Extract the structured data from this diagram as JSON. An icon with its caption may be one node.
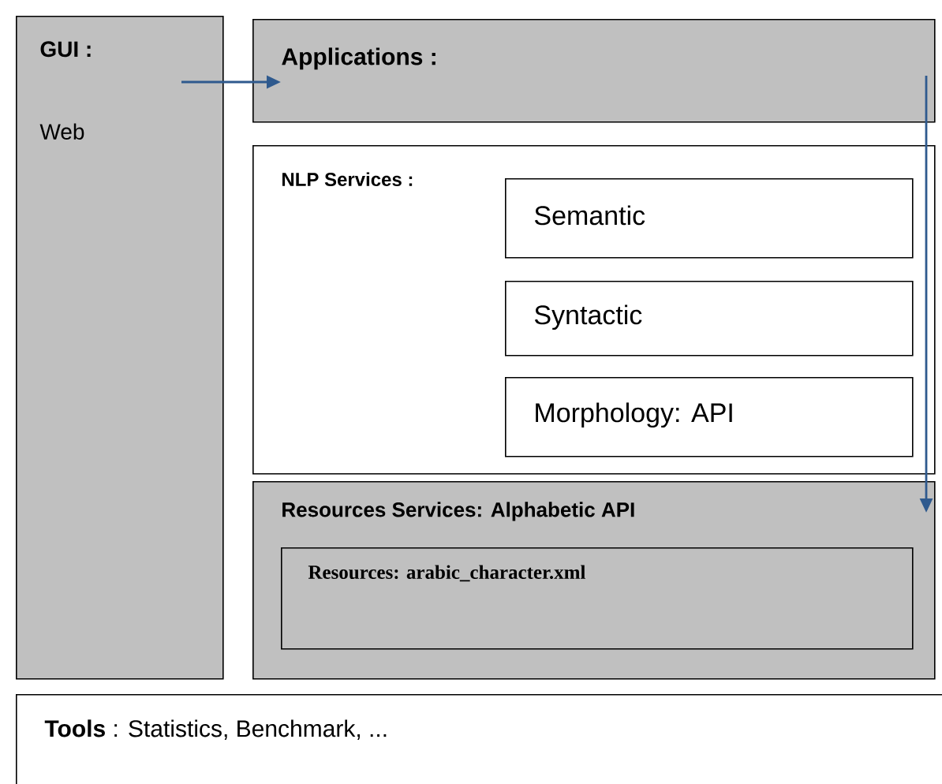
{
  "diagram": {
    "nodes": [
      {
        "text": [
          "GUI :",
          "Web"
        ]
      },
      {
        "text": [
          "Applications :"
        ]
      },
      {
        "text": [
          "NLP Services :"
        ]
      },
      {
        "text": [
          "Semantic"
        ],
        "in": 2
      },
      {
        "text": [
          "Syntactic"
        ],
        "in": 2
      },
      {
        "text": [
          "Morphology: API"
        ],
        "in": 2
      },
      {
        "text": [
          "Resources Services: Alphabetic API"
        ]
      },
      {
        "text": [
          "Resources: arabic_character.xml"
        ],
        "in": 6
      },
      {
        "text": [
          "**Tools** : Statistics, Benchmark, ..."
        ]
      }
    ],
    "edges": [
      {
        "from": 0,
        "to": 1,
        "arrow": "to"
      },
      {
        "from": 1,
        "to": 6,
        "arrow": "to"
      }
    ]
  }
}
